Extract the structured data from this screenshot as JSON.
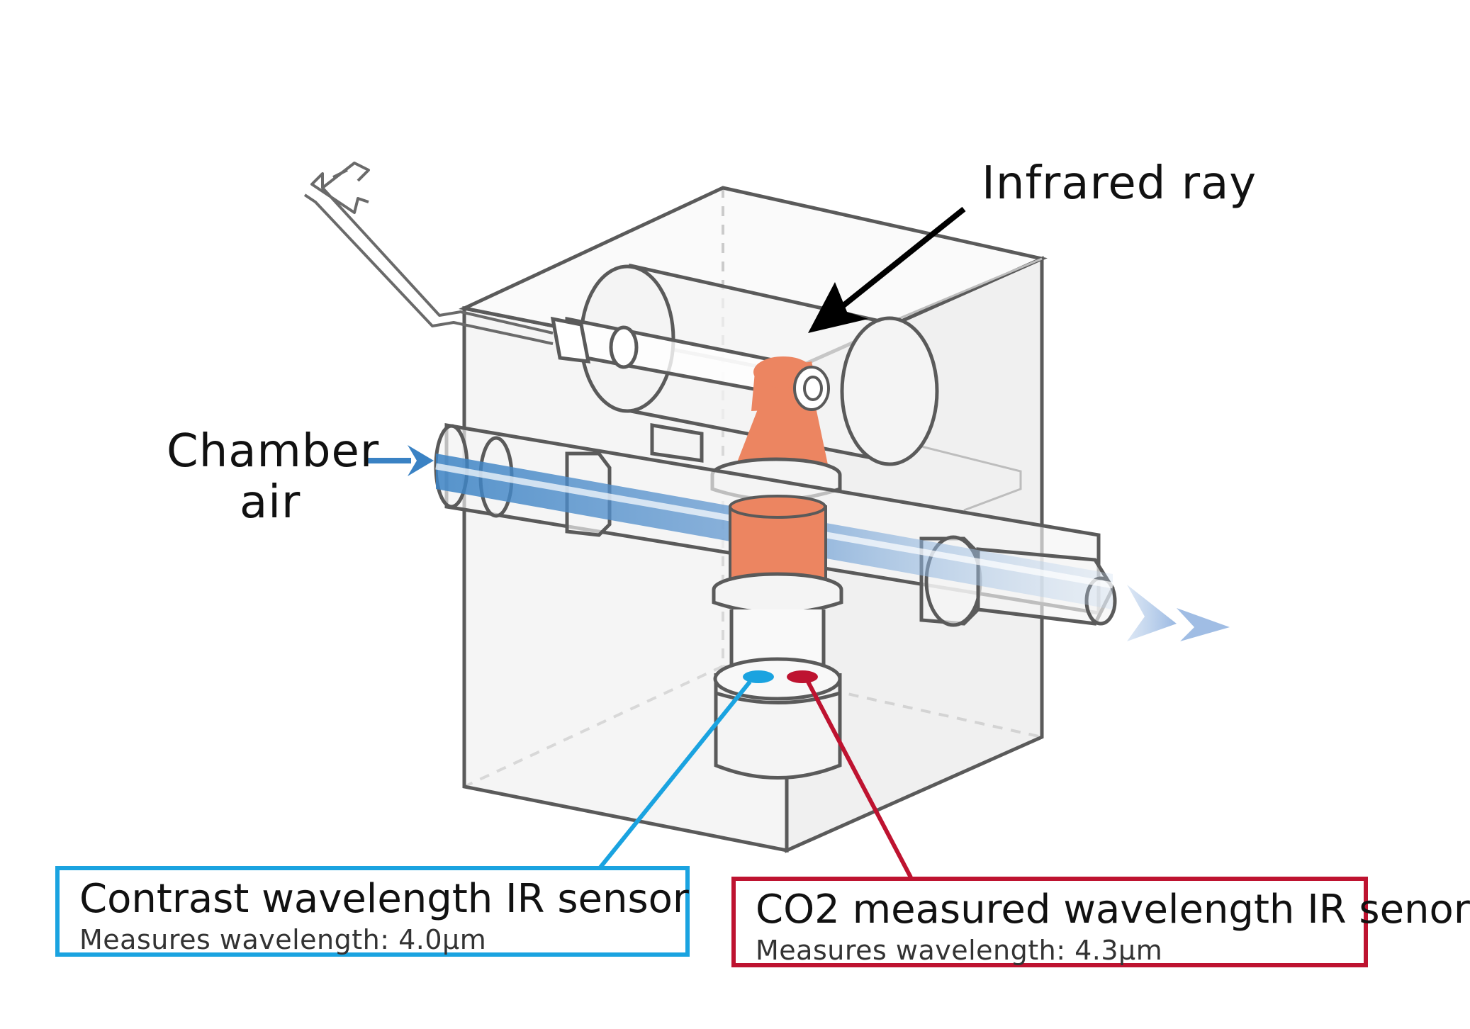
{
  "labels": {
    "infrared_ray": "Infrared ray",
    "chamber_air_line1": "Chamber",
    "chamber_air_line2": "air"
  },
  "sensors": {
    "contrast": {
      "title": "Contrast wavelength IR sensor",
      "subtitle": "Measures wavelength: 4.0µm"
    },
    "co2": {
      "title": "CO2 measured wavelength IR senor",
      "subtitle": "Measures wavelength: 4.3µm"
    }
  },
  "colors": {
    "outline": "#5a5a5a",
    "housing_fill": "#f2f2f2",
    "infrared": "#ec8561",
    "air_flow": "#3a82c4",
    "contrast_sensor": "#1aa3e0",
    "co2_sensor": "#be1330",
    "arrow": "#000000"
  }
}
